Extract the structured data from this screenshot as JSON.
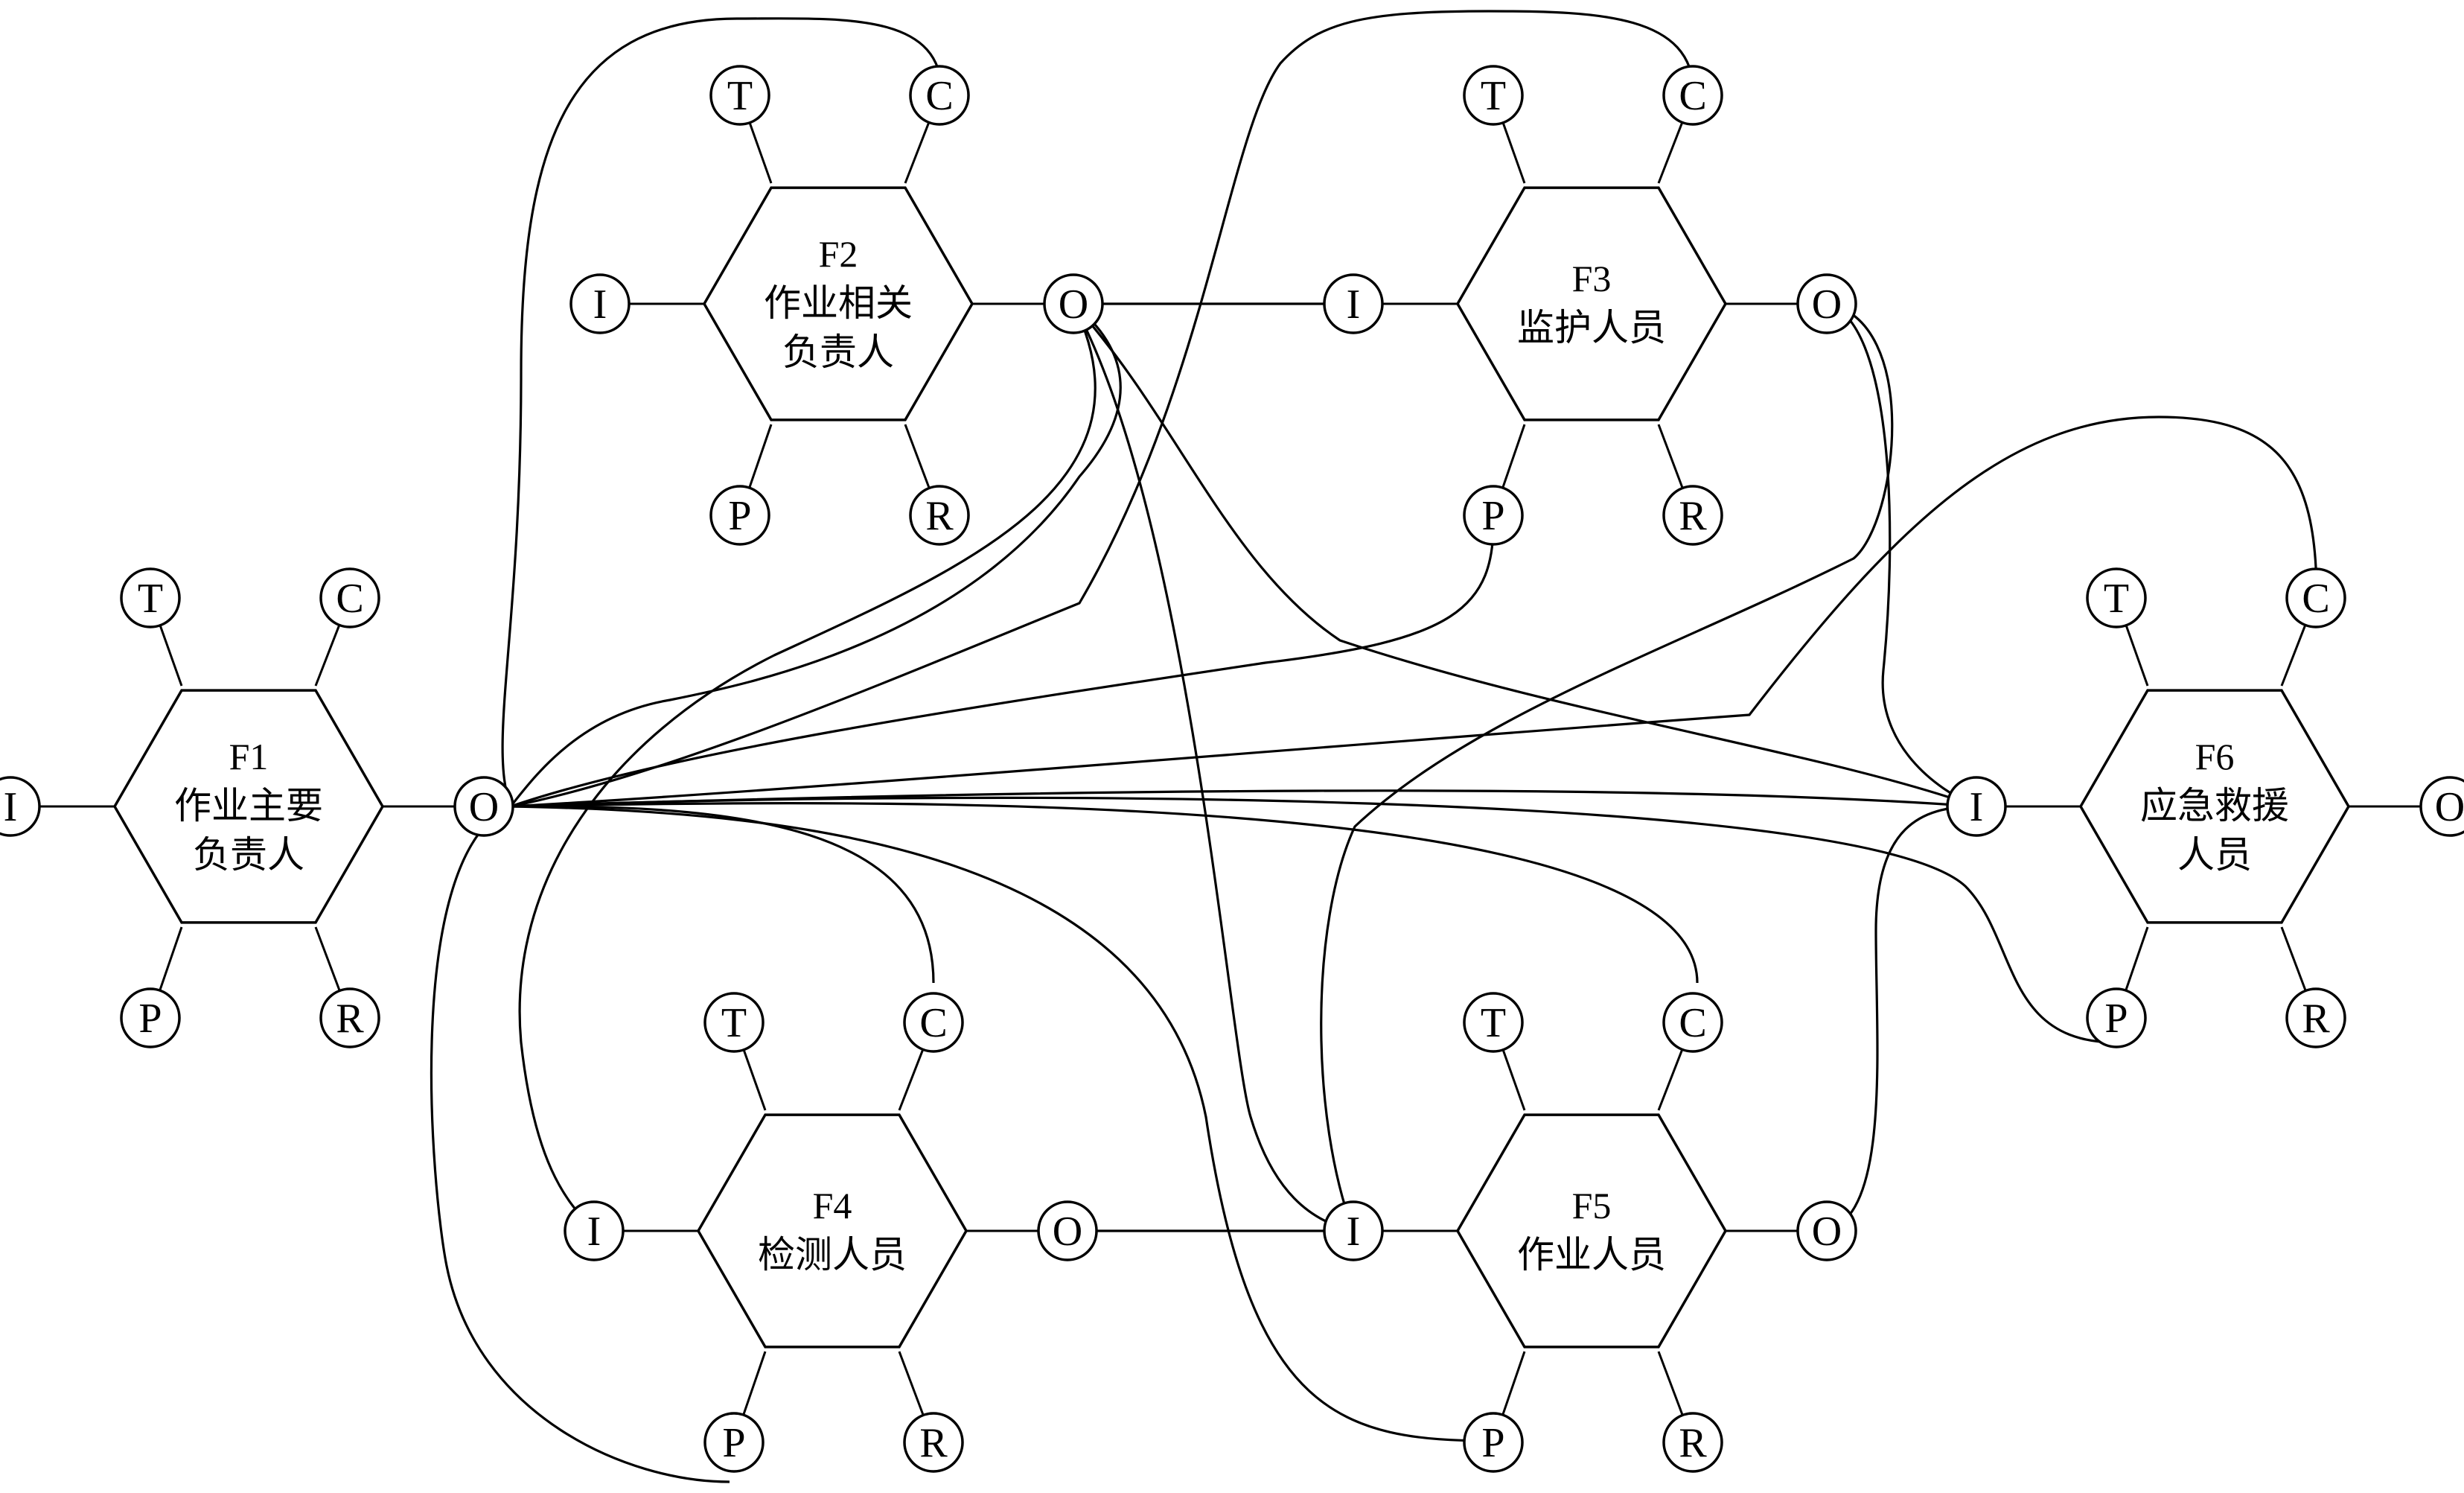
{
  "functions": [
    {
      "key": "F1",
      "id": "F1",
      "label_lines": [
        "作业主要",
        "负责人"
      ]
    },
    {
      "key": "F2",
      "id": "F2",
      "label_lines": [
        "作业相关",
        "负责人"
      ]
    },
    {
      "key": "F3",
      "id": "F3",
      "label_lines": [
        "监护人员"
      ]
    },
    {
      "key": "F4",
      "id": "F4",
      "label_lines": [
        "检测人员"
      ]
    },
    {
      "key": "F5",
      "id": "F5",
      "label_lines": [
        "作业人员"
      ]
    },
    {
      "key": "F6",
      "id": "F6",
      "label_lines": [
        "应急救援",
        "人员"
      ]
    }
  ],
  "aspects": {
    "I": "I",
    "O": "O",
    "T": "T",
    "C": "C",
    "P": "P",
    "R": "R"
  },
  "connections": [
    {
      "from": "F1.O",
      "to": "F2.C"
    },
    {
      "from": "F1.O",
      "to": "F3.C"
    },
    {
      "from": "F1.O",
      "to": "F6.C"
    },
    {
      "from": "F1.O",
      "to": "F4.C"
    },
    {
      "from": "F1.O",
      "to": "F5.C"
    },
    {
      "from": "F1.O",
      "to": "F6.I"
    },
    {
      "from": "F1.O",
      "to": "F6.P"
    },
    {
      "from": "F1.O",
      "to": "F5.P"
    },
    {
      "from": "F1.O",
      "to": "F4.P"
    },
    {
      "from": "F2.O",
      "to": "F1.O"
    },
    {
      "from": "F2.O",
      "to": "F3.I"
    },
    {
      "from": "F2.O",
      "to": "F4.I"
    },
    {
      "from": "F2.O",
      "to": "F5.I"
    },
    {
      "from": "F2.O",
      "to": "F6.I"
    },
    {
      "from": "F3.P",
      "to": "F1.O"
    },
    {
      "from": "F3.O",
      "to": "F6.I"
    },
    {
      "from": "F3.O",
      "to": "F5.I"
    },
    {
      "from": "F4.O",
      "to": "F5.I"
    },
    {
      "from": "F5.O",
      "to": "F6.I"
    }
  ]
}
